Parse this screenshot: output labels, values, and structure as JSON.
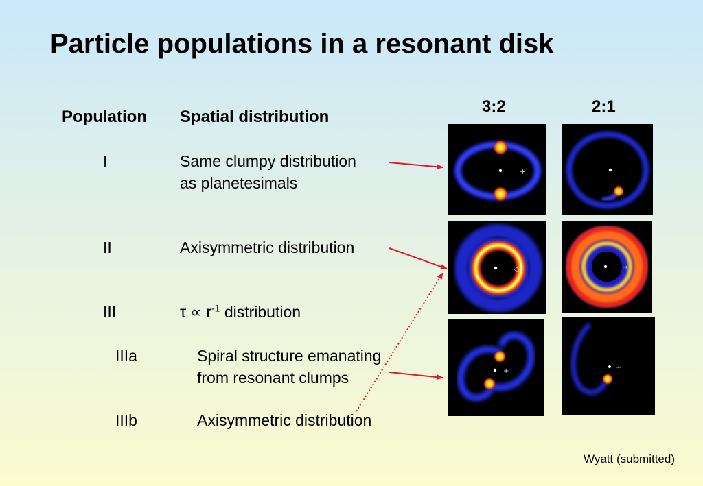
{
  "title": "Particle populations in a resonant disk",
  "header": {
    "population": "Population",
    "spatial": "Spatial distribution"
  },
  "columns": {
    "c1": "3:2",
    "c2": "2:1"
  },
  "rows": [
    {
      "pop": "I",
      "line1": "Same clumpy distribution",
      "line2": "as planetesimals"
    },
    {
      "pop": "II",
      "line1": "Axisymmetric distribution"
    },
    {
      "pop": "III",
      "tau": "τ",
      "prop": "∝",
      "r": "r",
      "exp": "-1",
      "rest": " distribution"
    },
    {
      "pop": "IIIa",
      "line1": "Spiral structure emanating",
      "line2": "from resonant clumps"
    },
    {
      "pop": "IIIb",
      "line1": "Axisymmetric distribution"
    }
  ],
  "credit": "Wyatt (submitted)",
  "colors": {
    "arrow": "#e3192b",
    "ring": "#2233ee",
    "hot": "#ffcc00"
  }
}
